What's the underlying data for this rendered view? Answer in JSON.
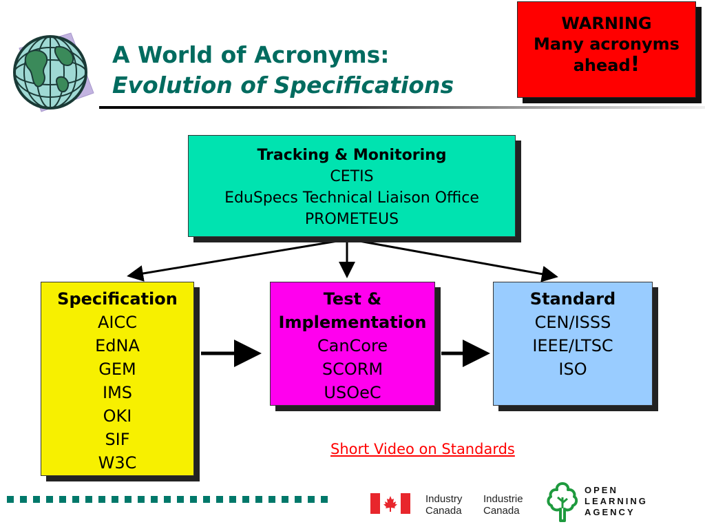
{
  "title": {
    "line1": "A World of Acronyms:",
    "line2": "Evolution of Specifications"
  },
  "warning": {
    "line1": "WARNING",
    "line2": "Many acronyms",
    "line3": "ahead",
    "mark": "!"
  },
  "tracking": {
    "heading": "Tracking & Monitoring",
    "items": [
      "CETIS",
      "EduSpecs Technical Liaison Office",
      "PROMETEUS"
    ]
  },
  "specification": {
    "heading": "Specification",
    "items": [
      "AICC",
      "EdNA",
      "GEM",
      "IMS",
      "OKI",
      "SIF",
      "W3C"
    ]
  },
  "test": {
    "heading_line1": "Test &",
    "heading_line2": "Implementation",
    "items": [
      "CanCore",
      "SCORM",
      "USOeC"
    ]
  },
  "standard": {
    "heading": "Standard",
    "items": [
      "CEN/ISSS",
      "IEEE/LTSC",
      "ISO"
    ]
  },
  "link": {
    "text": "Short Video on Standards"
  },
  "footer": {
    "gov_en_line1": "Industry",
    "gov_en_line2": "Canada",
    "gov_fr_line1": "Industrie",
    "gov_fr_line2": "Canada",
    "ola_line1": "OPEN",
    "ola_line2": "LEARNING",
    "ola_line3": "AGENCY"
  },
  "colors": {
    "title": "#006b5f",
    "warning_bg": "#ff0000",
    "tracking_bg": "#00e3b0",
    "specification_bg": "#f7f000",
    "test_bg": "#ff00ee",
    "standard_bg": "#99ccff",
    "link": "#ff0000",
    "dots": "#00786a",
    "flag_red": "#e8262c"
  },
  "icons": [
    "globe-icon",
    "canada-flag-icon",
    "tree-icon"
  ]
}
